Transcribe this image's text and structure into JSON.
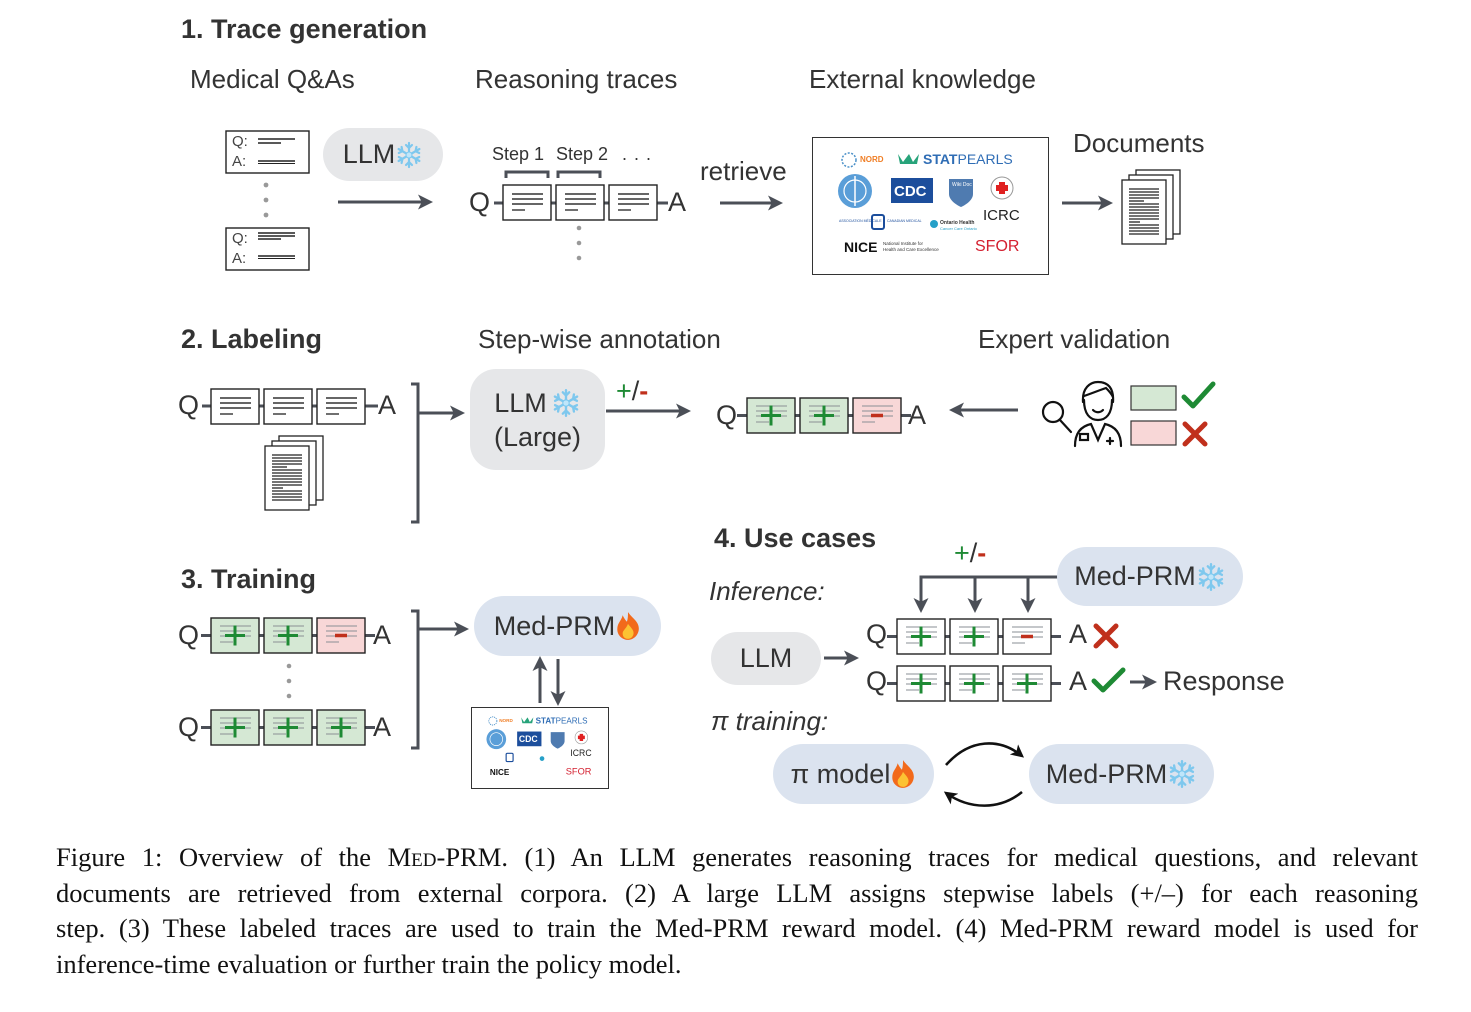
{
  "figure": {
    "section1": {
      "title": "1. Trace generation",
      "col_qa": "Medical Q&As",
      "col_traces": "Reasoning traces",
      "col_knowledge": "External knowledge",
      "documents_label": "Documents",
      "llm_label": "LLM",
      "llm_icon": "snowflake-icon",
      "retrieve_label": "retrieve",
      "qa_q": "Q:",
      "qa_a": "A:",
      "step1_label": "Step 1",
      "step2_label": "Step 2",
      "step_ellipsis": ". . .",
      "trace_q": "Q",
      "trace_a": "A",
      "knowledge_sources": [
        "NORD",
        "STATPEARLS",
        "WHO",
        "CDC",
        "WikiDoc",
        "ICRC",
        "Canadian Medical Association",
        "Ontario Health Cancer Care Ontario",
        "NICE National Institute for Health and Care Excellence",
        "SFOR"
      ]
    },
    "section2": {
      "title": "2. Labeling",
      "col_annotation": "Step-wise annotation",
      "col_expert": "Expert validation",
      "llm_line1": "LLM",
      "llm_line2": "(Large)",
      "llm_icon": "snowflake-icon",
      "label_plus": "+",
      "label_slash": "/",
      "label_minus": "-",
      "trace_q": "Q",
      "trace_a": "A",
      "annotated_steps": [
        "+",
        "+",
        "-"
      ]
    },
    "section3": {
      "title": "3. Training",
      "model_label": "Med-PRM",
      "model_icon": "fire-icon",
      "trace_q": "Q",
      "trace_a": "A",
      "traces": [
        [
          "+",
          "+",
          "-"
        ],
        [
          "+",
          "+",
          "+"
        ]
      ]
    },
    "section4": {
      "title": "4. Use cases",
      "inference_label": "Inference:",
      "pi_training_label": "π training:",
      "prm_label": "Med-PRM",
      "prm_icon": "snowflake-icon",
      "llm_label": "LLM",
      "label_plus": "+",
      "label_slash": "/",
      "label_minus": "-",
      "trace_q": "Q",
      "trace_a": "A",
      "traces": [
        {
          "steps": [
            "+",
            "+",
            "-"
          ],
          "verdict": "rejected"
        },
        {
          "steps": [
            "+",
            "+",
            "+"
          ],
          "verdict": "accepted"
        }
      ],
      "response_label": "Response",
      "pi_model_label": "π model",
      "pi_model_icon": "fire-icon",
      "prm2_label": "Med-PRM",
      "prm2_icon": "snowflake-icon"
    },
    "colors": {
      "positive": "#1e8a34",
      "negative": "#c0301c",
      "positive_fill": "#d5e8d4",
      "negative_fill": "#f8d7d7",
      "arrow": "#4b4f57",
      "gray_pill": "#e6e7e9",
      "blue_pill": "#dbe3ef"
    }
  },
  "caption": {
    "lines": [
      {
        "pre": "Figure 1: Overview of the ",
        "sc": "Med-PRM",
        "post": ". (1) An LLM generates reasoning traces for medical questions, and relevant"
      },
      {
        "text": "documents are retrieved from external corpora. (2) A large LLM assigns stepwise labels (+/–) for each reasoning"
      },
      {
        "text": "step. (3) These labeled traces are used to train the Med-PRM reward model. (4) Med-PRM reward model is used for"
      },
      {
        "text": "inference-time evaluation or further train the policy model."
      }
    ]
  }
}
